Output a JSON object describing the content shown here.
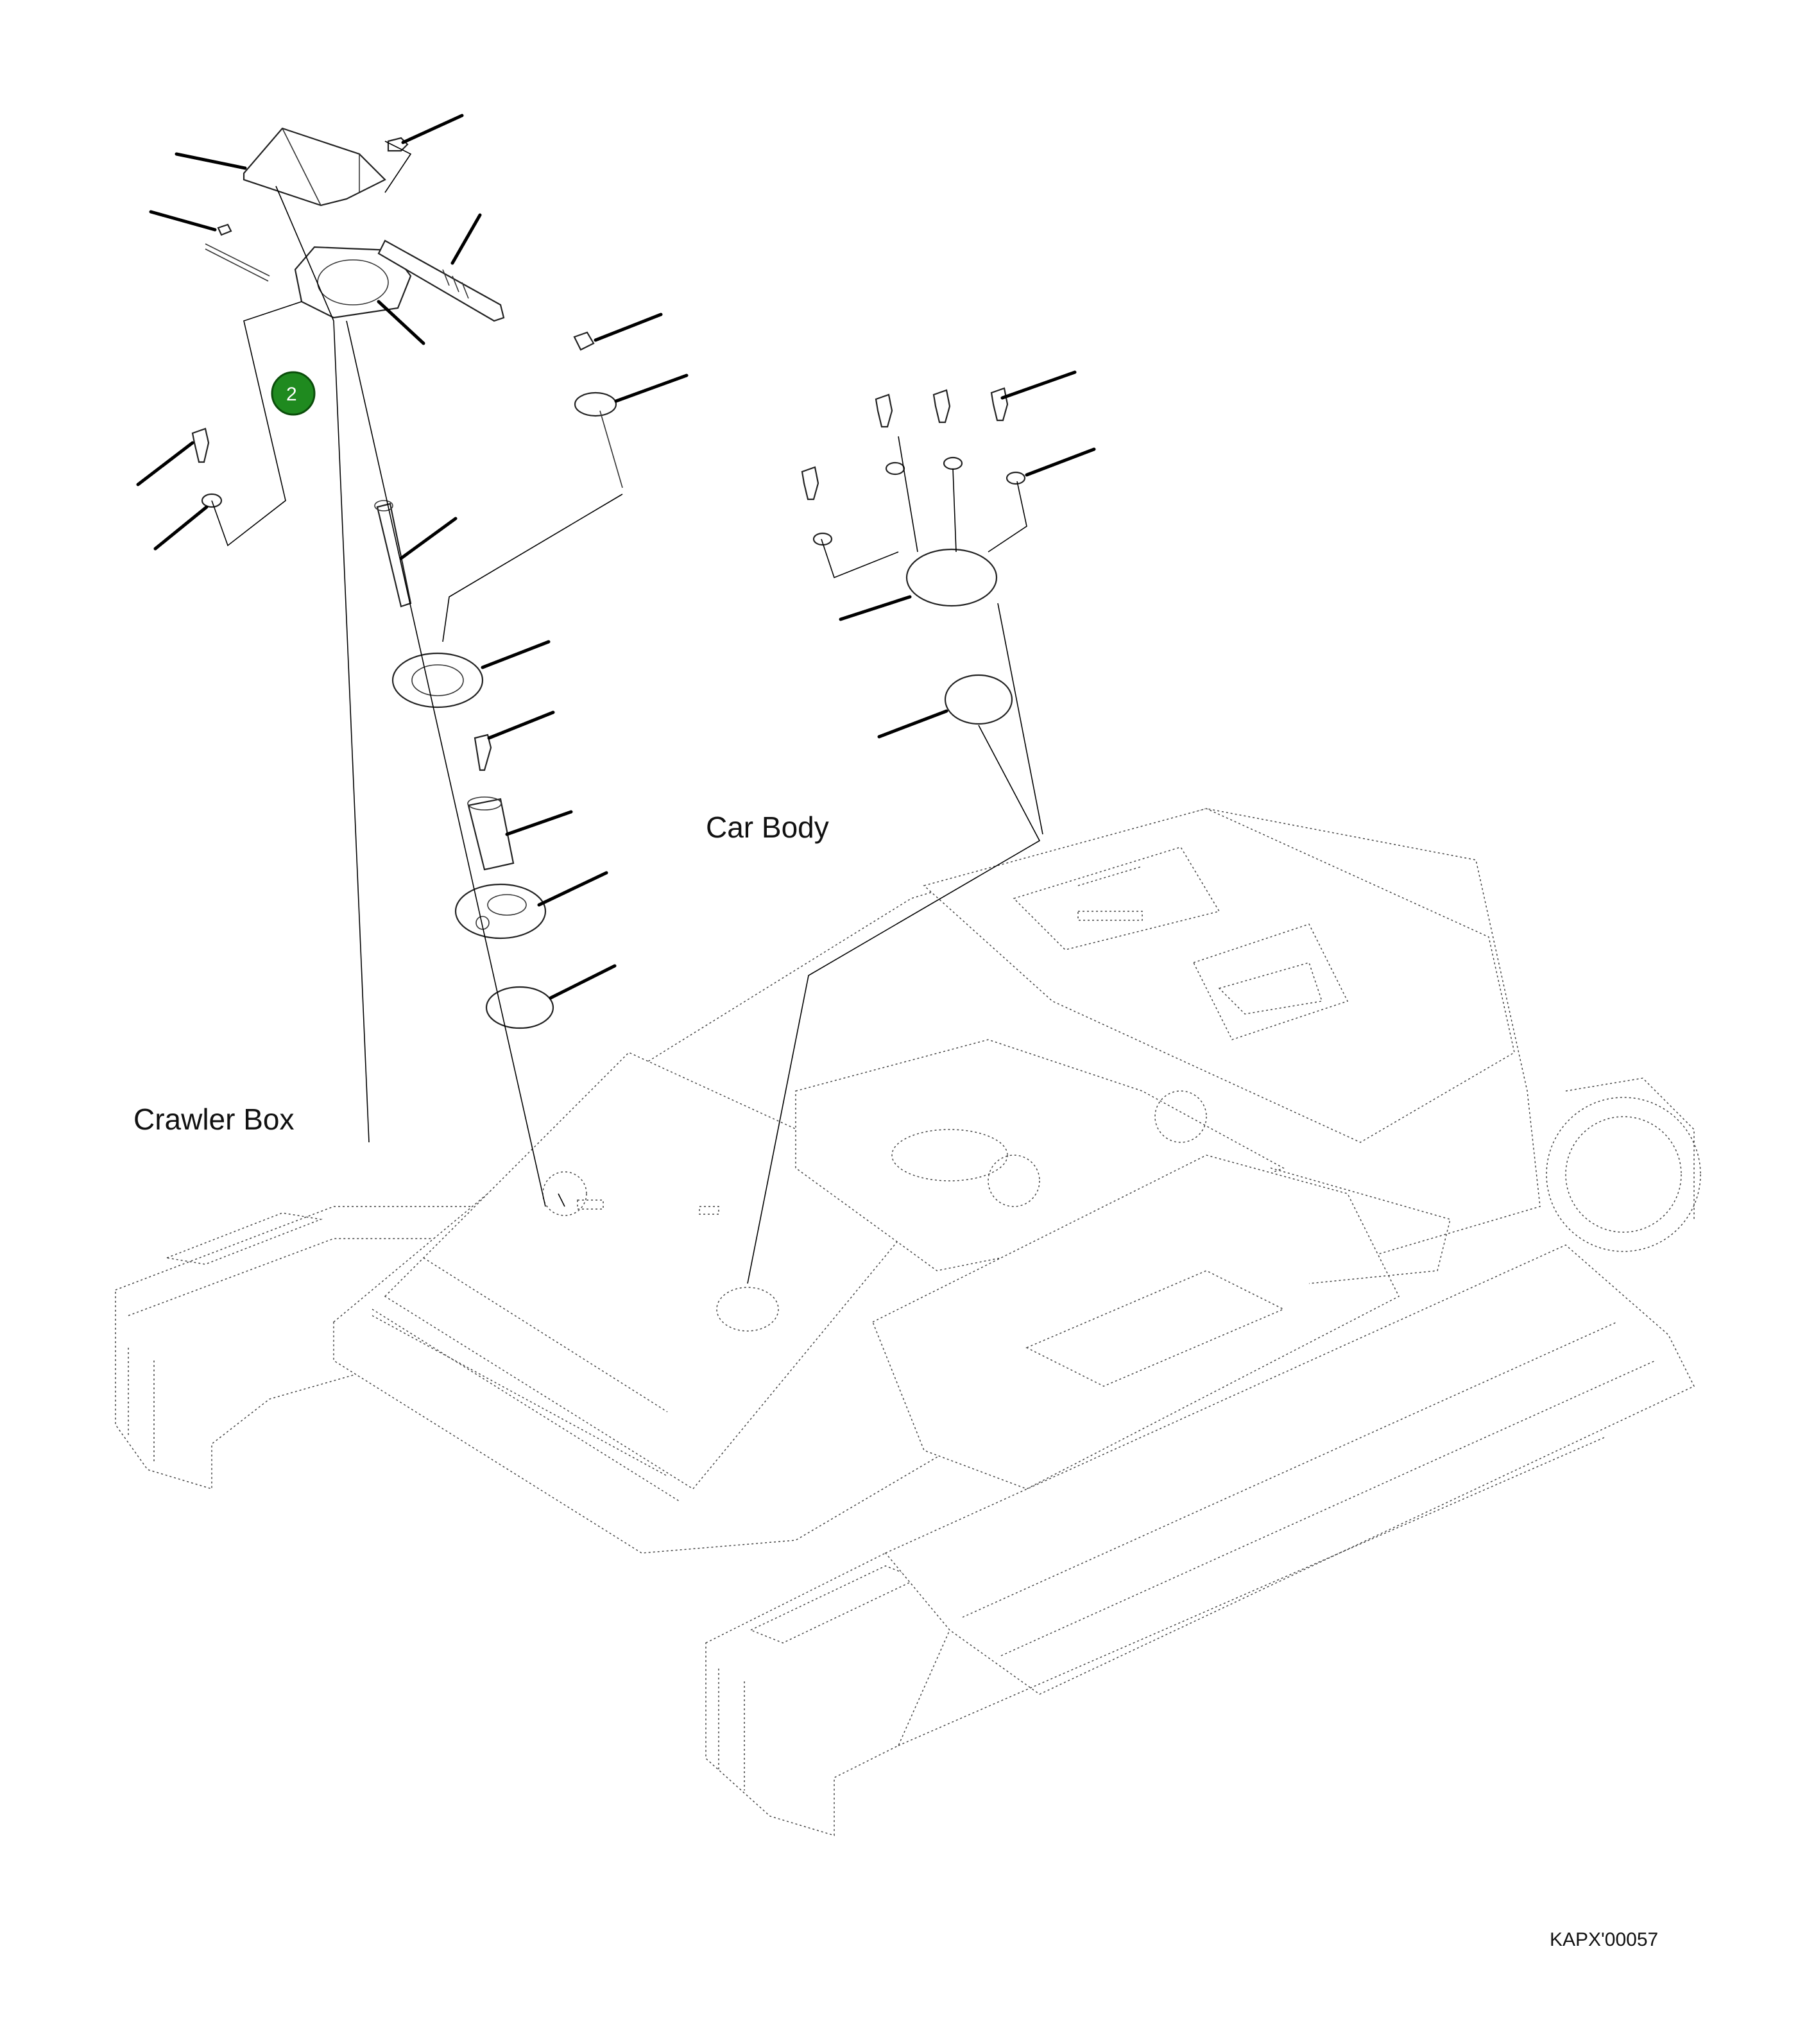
{
  "labels": {
    "car_body": "Car Body",
    "crawler_box": "Crawler Box"
  },
  "drawing_code": "KAPX'00057",
  "callout": {
    "number": "2",
    "color": "#1f8a1f"
  }
}
